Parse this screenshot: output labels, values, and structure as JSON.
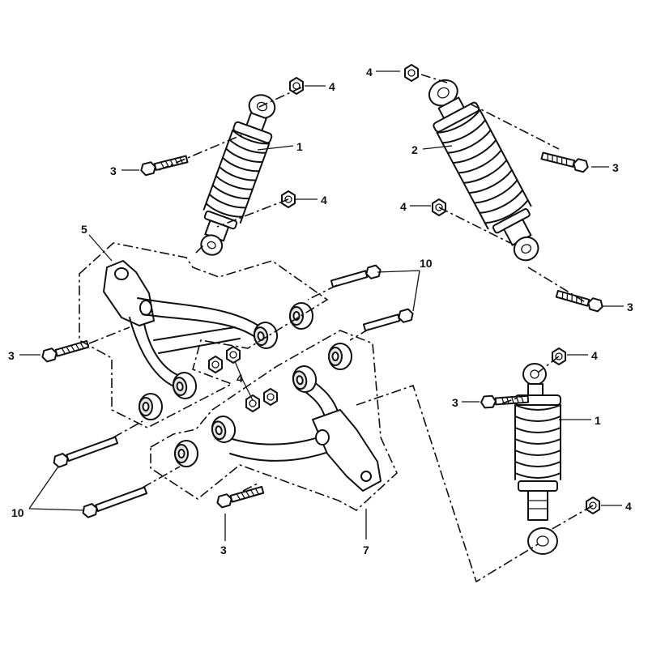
{
  "callouts": {
    "c_1_top": "1",
    "c_1_bottom": "1",
    "c_2": "2",
    "c_3_top_left": "3",
    "c_3_top_right": "3",
    "c_3_right_mid": "3",
    "c_3_left_mid": "3",
    "c_3_bottom_left": "3",
    "c_3_bottom_right": "3",
    "c_4_top_left_a": "4",
    "c_4_top_left_b": "4",
    "c_4_top_right_a": "4",
    "c_4_top_right_b": "4",
    "c_4_center": "4",
    "c_4_right_a": "4",
    "c_4_right_b": "4",
    "c_5": "5",
    "c_7": "7",
    "c_10_top": "10",
    "c_10_bottom": "10"
  }
}
